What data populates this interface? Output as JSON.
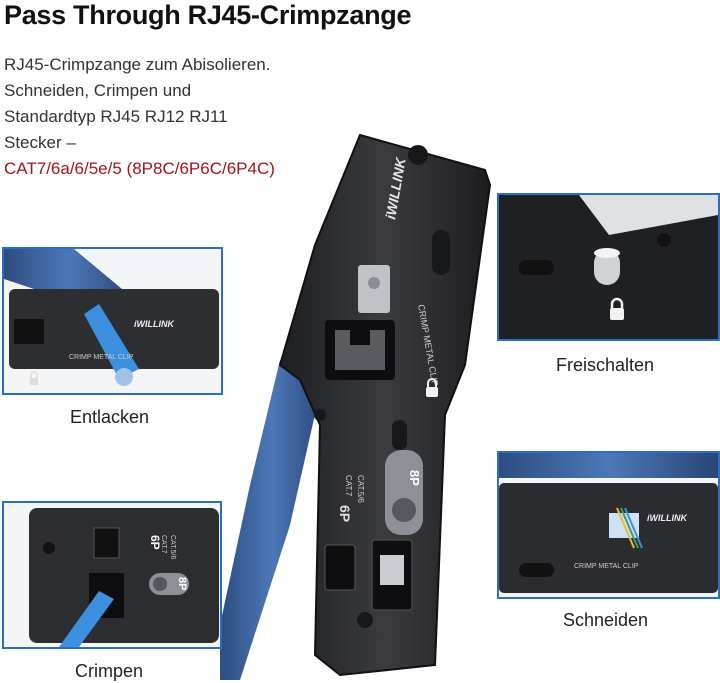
{
  "title": "Pass Through RJ45-Crimpzange",
  "description": {
    "lines": [
      "RJ45-Crimpzange zum Abisolieren.",
      "Schneiden, Crimpen und",
      "Standardtyp RJ45 RJ12 RJ11",
      "Stecker –"
    ],
    "accent_line": "CAT7/6a/6/5e/5 (8P8C/6P6C/6P4C)"
  },
  "captions": {
    "strip": "Entlacken",
    "unlock": "Freischalten",
    "cut": "Schneiden",
    "crimp": "Crimpen"
  },
  "tool_labels": {
    "brand": "iWILLINK",
    "clip": "CRIMP METAL CLIP",
    "clip_short": "CRIMP METAL CLIP",
    "port_8p": "8P",
    "port_6p": "6P",
    "cat_578": "CAT.5/6",
    "cat_7": "CAT.7"
  },
  "colors": {
    "accent_text": "#a3151b",
    "panel_border": "#2a6fc7",
    "tool_body": "#2b2c2f",
    "handle_blue": "#3f66a3",
    "cable_blue": "#3d8fe0"
  },
  "icons": [
    "lock-icon",
    "arrow-icon"
  ]
}
